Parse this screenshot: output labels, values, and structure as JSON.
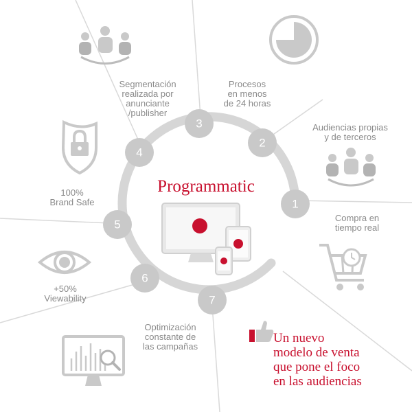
{
  "title": "Programmatic",
  "steps": [
    {
      "number": "1",
      "lines": [
        "Compra en",
        "tiempo real"
      ]
    },
    {
      "number": "2",
      "lines": [
        "Audiencias propias",
        "y de terceros"
      ]
    },
    {
      "number": "3",
      "lines": [
        "Procesos",
        "en menos",
        "de 24 horas"
      ]
    },
    {
      "number": "4",
      "lines": [
        "Segmentación",
        "realizada por",
        "anunciante",
        "/publisher"
      ]
    },
    {
      "number": "5",
      "lines": [
        "100%",
        "Brand Safe"
      ]
    },
    {
      "number": "6",
      "lines": [
        "+50%",
        "Viewability"
      ]
    },
    {
      "number": "7",
      "lines": [
        "Optimización",
        "constante de",
        "las campañas"
      ]
    }
  ],
  "tagline": [
    "Un nuevo",
    "modelo de venta",
    "que pone el foco",
    "en las audiencias"
  ],
  "colors": {
    "accent": "#c8102e",
    "gray": "#c9c9c9",
    "text_gray": "#8a8a8a",
    "line_gray": "#d9d9d9"
  },
  "icons": [
    "people-group-icon",
    "clock-pie-icon",
    "people-group-icon",
    "lock-shield-icon",
    "eye-icon",
    "shopping-cart-icon",
    "monitor-chart-icon",
    "thumbs-up-icon",
    "devices-icon"
  ]
}
